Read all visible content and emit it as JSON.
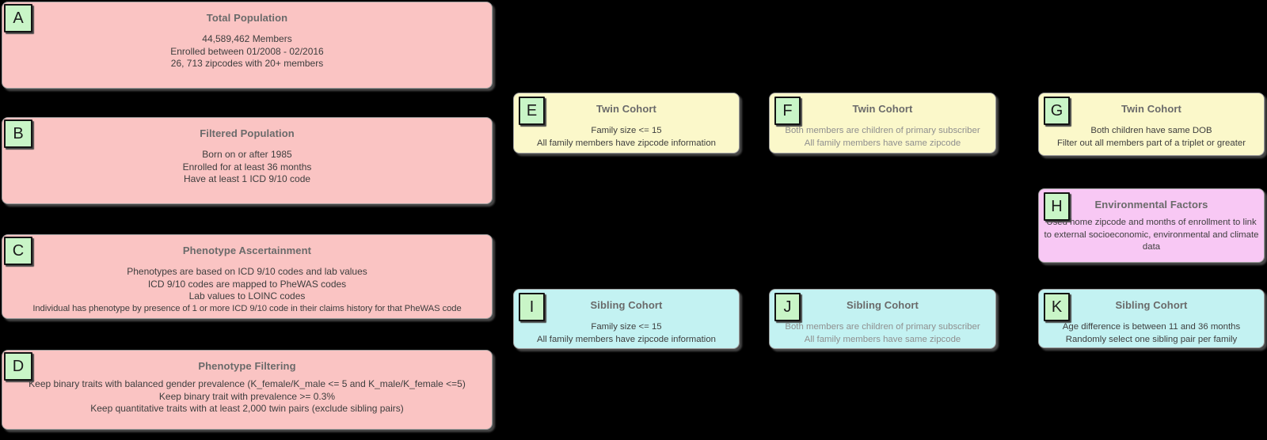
{
  "palette": {
    "bg": "#000000",
    "pink": "#FAC4C3",
    "yellow": "#FBF8CA",
    "cyan": "#C3F2F2",
    "magenta": "#F8C8F4",
    "tag": "#C9F5C7",
    "border": "#9C9C9C",
    "tagBorder": "#141414",
    "shadow": "#474747",
    "titleColor": "#6A6A6A",
    "bodyColor": "#3E3E3E",
    "muted": "#8F8F8F"
  },
  "boxes": {
    "A": {
      "letter": "A",
      "title": "Total Population",
      "lines": [
        "44,589,462 Members",
        "Enrolled between 01/2008 - 02/2016",
        "26, 713 zipcodes with 20+ members"
      ]
    },
    "B": {
      "letter": "B",
      "title": "Filtered Population",
      "lines": [
        "Born on or after 1985",
        "Enrolled for at least 36 months",
        "Have at least 1 ICD 9/10 code"
      ]
    },
    "C": {
      "letter": "C",
      "title": "Phenotype Ascertainment",
      "lines": [
        "Phenotypes are based on ICD 9/10 codes and lab values",
        "ICD 9/10 codes are mapped to PheWAS codes",
        "Lab values to LOINC codes",
        "Individual has phenotype by presence of 1 or more ICD 9/10 code in their claims history for that PheWAS code"
      ]
    },
    "D": {
      "letter": "D",
      "title": "Phenotype Filtering",
      "lines": [
        "Keep binary traits with balanced gender prevalence (K_female/K_male <= 5 and K_male/K_female <=5)",
        "Keep binary trait with prevalence >= 0.3%",
        "Keep quantitative traits with at least 2,000 twin pairs (exclude sibling pairs)"
      ]
    },
    "E": {
      "letter": "E",
      "title": "Twin Cohort",
      "lines": [
        "Family size <= 15",
        "All family members have zipcode information"
      ]
    },
    "F": {
      "letter": "F",
      "title": "Twin Cohort",
      "lines": [
        "Both members are children of primary subscriber",
        "All family members have same zipcode"
      ]
    },
    "G": {
      "letter": "G",
      "title": "Twin Cohort",
      "lines": [
        "Both children have same DOB",
        "Filter out all members part of a triplet or greater"
      ]
    },
    "H": {
      "letter": "H",
      "title": "Environmental Factors",
      "lines": [
        "Used home zipcode and months of enrollment to link to external socioeconomic, environmental and climate data"
      ]
    },
    "I": {
      "letter": "I",
      "title": "Sibling Cohort",
      "lines": [
        "Family size <= 15",
        "All family members have zipcode information"
      ]
    },
    "J": {
      "letter": "J",
      "title": "Sibling Cohort",
      "lines": [
        "Both members are children of primary subscriber",
        "All family members have same zipcode"
      ]
    },
    "K": {
      "letter": "K",
      "title": "Sibling Cohort",
      "lines": [
        "Age difference is between 11 and 36 months",
        "Randomly select one sibling pair per family"
      ]
    }
  }
}
